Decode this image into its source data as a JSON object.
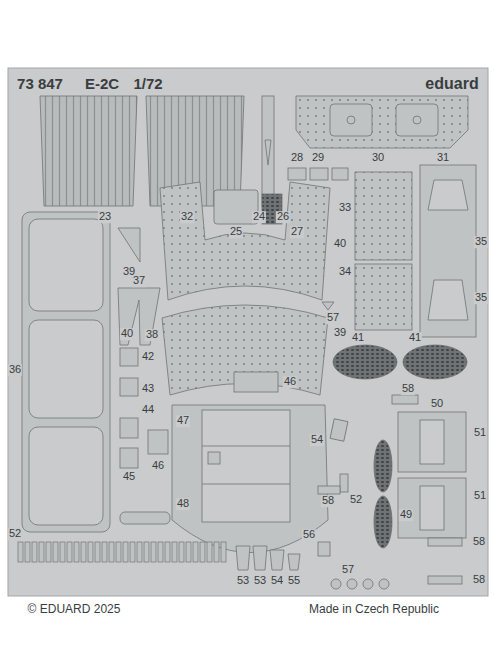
{
  "diagram": {
    "labels": [
      "73 847",
      "E-2C",
      "1/72",
      "eduard",
      "28",
      "29",
      "30",
      "31",
      "23",
      "32",
      "24",
      "25",
      "26",
      "27",
      "33",
      "39",
      "40",
      "35",
      "34",
      "57",
      "35",
      "37",
      "38",
      "40",
      "39",
      "41",
      "41",
      "36",
      "42",
      "43",
      "46",
      "58",
      "47",
      "50",
      "51",
      "44",
      "54",
      "45",
      "46",
      "51",
      "48",
      "58",
      "52",
      "49",
      "56",
      "52",
      "57",
      "58",
      "58",
      "53",
      "53",
      "54",
      "55",
      "© EDUARD 2025",
      "Made in Czech Republic"
    ]
  }
}
